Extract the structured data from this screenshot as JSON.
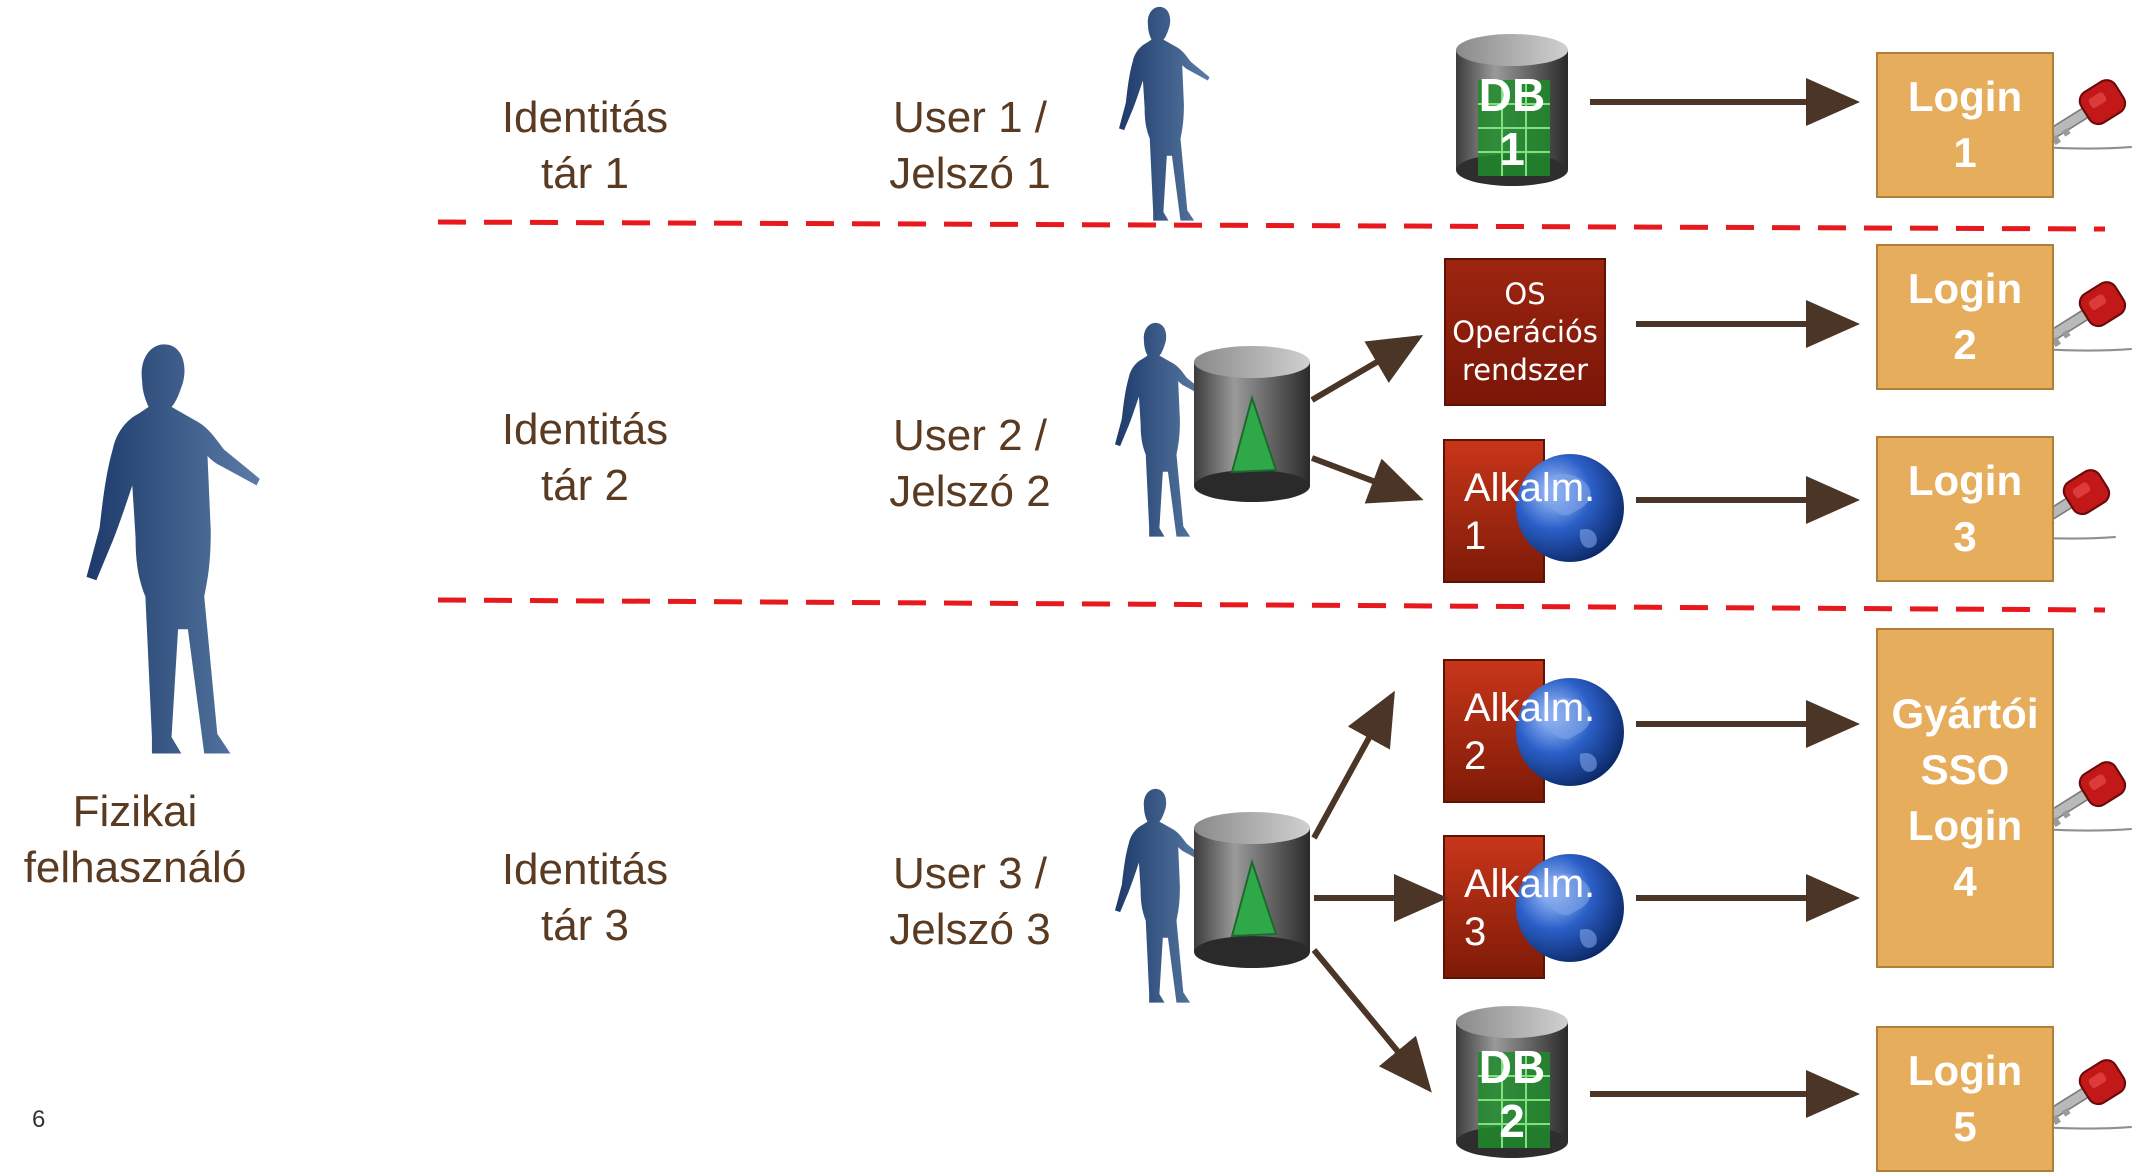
{
  "physical_user": "Fizikai\nfelhasználó",
  "rows": [
    {
      "store": "Identitás\ntár 1",
      "user": "User 1 /\nJelszó 1"
    },
    {
      "store": "Identitás\ntár 2",
      "user": "User 2 /\nJelszó 2"
    },
    {
      "store": "Identitás\ntár 3",
      "user": "User 3 /\nJelszó 3"
    }
  ],
  "databases": {
    "db1": "DB\n1",
    "db2": "DB\n2"
  },
  "os_box": "OS\nOperációs\nrendszer",
  "apps": {
    "app1": "Alkalm.\n1",
    "app2": "Alkalm.\n2",
    "app3": "Alkalm.\n3"
  },
  "logins": {
    "login1": "Login\n1",
    "login2": "Login\n2",
    "login3": "Login\n3",
    "login4": "Gyártói\nSSO\nLogin\n4",
    "login5": "Login\n5"
  },
  "page_number": "6",
  "colors": {
    "separator": "#e8191e",
    "arrow": "#4a3526",
    "login_fill": "#e5ad5c",
    "app_red": "#b1290d",
    "figure": "#2c4a78"
  },
  "icons": [
    "person-figure",
    "database-cylinder",
    "globe-icon",
    "key-icon"
  ]
}
